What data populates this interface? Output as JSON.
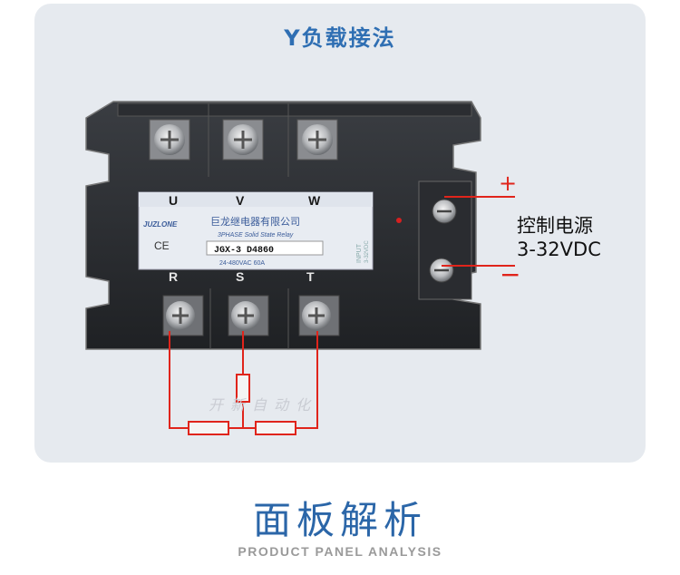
{
  "header": {
    "title": "Y负载接法"
  },
  "relay": {
    "top_terminals": [
      "U",
      "V",
      "W"
    ],
    "bottom_terminals": [
      "R",
      "S",
      "T"
    ],
    "brand": "JUZLONE",
    "company": "巨龙继电器有限公司",
    "product": "3PHASE  Solid State Relay",
    "model": "JGX-3  D4860",
    "rating": "24-480VAC  60A",
    "ce_mark": "CE",
    "input_label": "INPUT",
    "input_range": "3-32VDC",
    "watermark": "开新自动化"
  },
  "control": {
    "plus": "+",
    "minus": "−",
    "label_line1": "控制电源",
    "label_line2": "3-32VDC"
  },
  "footer": {
    "title": "面板解析",
    "subtitle": "PRODUCT PANEL ANALYSIS"
  },
  "colors": {
    "accent": "#2f6fb3",
    "wire": "#e0241b"
  }
}
